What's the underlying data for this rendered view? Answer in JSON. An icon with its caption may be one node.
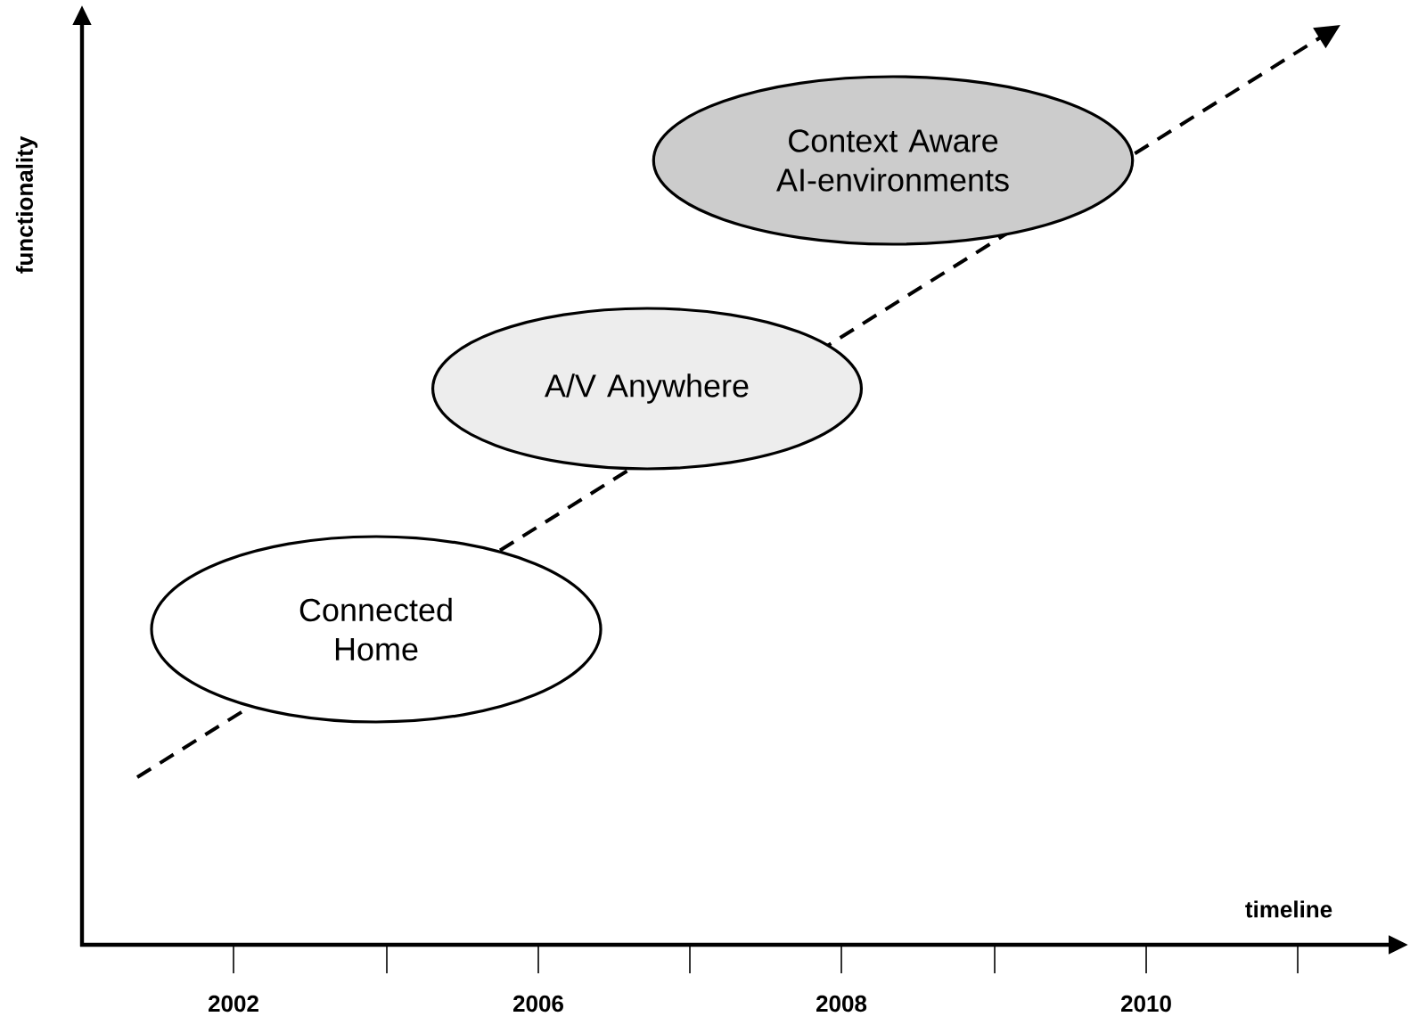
{
  "diagram": {
    "nodes": [
      {
        "text": [
          "Connected Home"
        ]
      },
      {
        "text": [
          "A/V Anywhere"
        ]
      },
      {
        "text": [
          "Context Aware AI-environments"
        ]
      }
    ],
    "edges": [],
    "labels": [
      "functionality",
      "timeline",
      "2002",
      "2006",
      "2008",
      "2010"
    ]
  }
}
